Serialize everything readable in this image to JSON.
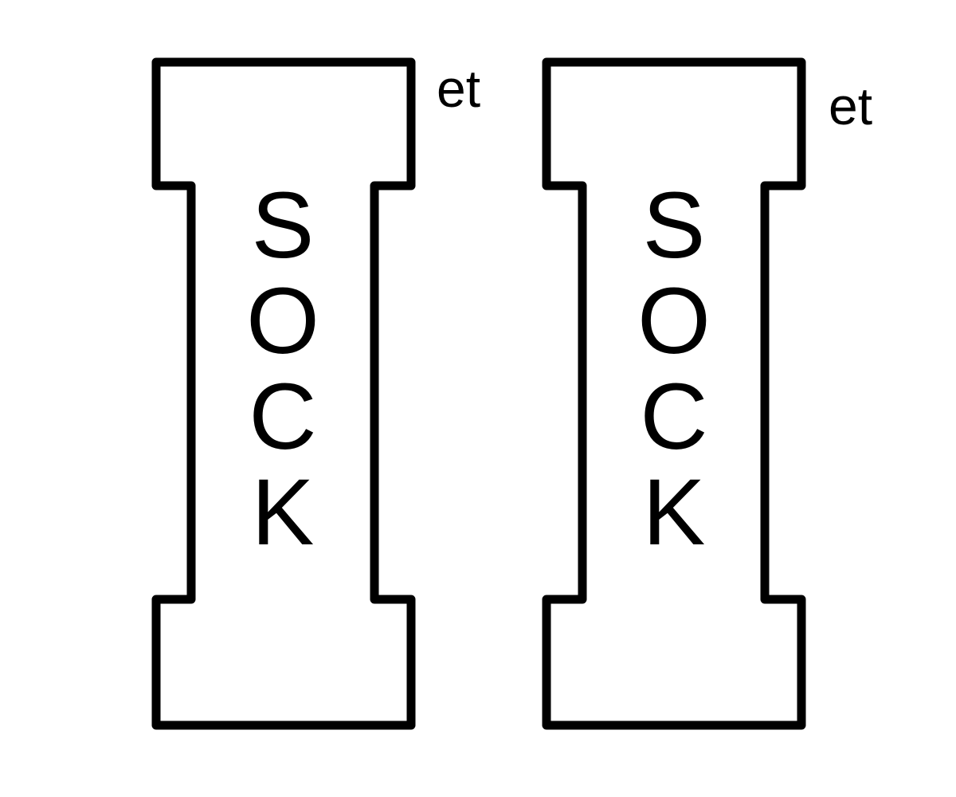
{
  "puzzle": {
    "panels": [
      {
        "letters": [
          "S",
          "O",
          "C",
          "K"
        ],
        "superscript": "et"
      },
      {
        "letters": [
          "S",
          "O",
          "C",
          "K"
        ],
        "superscript": "et"
      }
    ]
  },
  "colors": {
    "stroke": "#000000",
    "background": "#ffffff"
  }
}
